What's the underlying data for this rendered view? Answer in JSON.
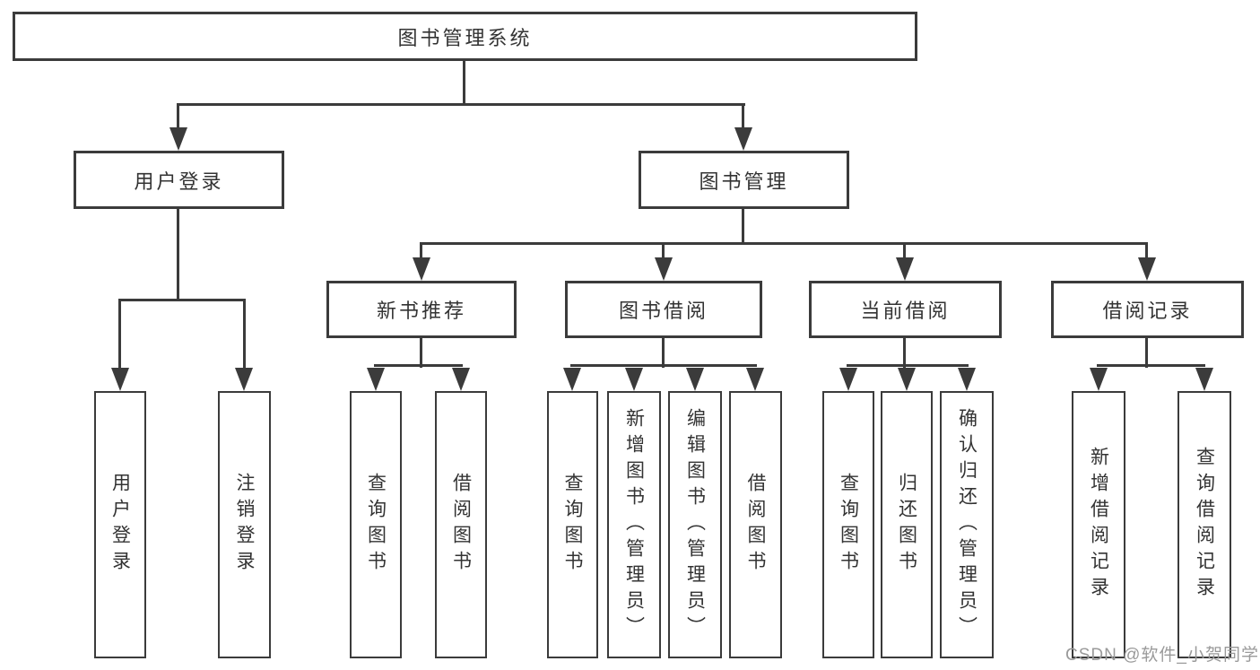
{
  "colors": {
    "line": "#3b3b3b",
    "node_border": "#3b3b3b",
    "node_text": "#333333",
    "node_fill": "#ffffff",
    "background": "#ffffff",
    "watermark": "#9a9a9a"
  },
  "tree": {
    "label": "图书管理系统",
    "children": [
      {
        "label": "用户登录",
        "children": [
          {
            "label": "用户登录"
          },
          {
            "label": "注销登录"
          }
        ]
      },
      {
        "label": "图书管理",
        "children": [
          {
            "label": "新书推荐",
            "children": [
              {
                "label": "查询图书"
              },
              {
                "label": "借阅图书"
              }
            ]
          },
          {
            "label": "图书借阅",
            "children": [
              {
                "label": "查询图书"
              },
              {
                "label": "新增图书（管理员）"
              },
              {
                "label": "编辑图书（管理员）"
              },
              {
                "label": "借阅图书"
              }
            ]
          },
          {
            "label": "当前借阅",
            "children": [
              {
                "label": "查询图书"
              },
              {
                "label": "归还图书"
              },
              {
                "label": "确认归还（管理员）"
              }
            ]
          },
          {
            "label": "借阅记录",
            "children": [
              {
                "label": "新增借阅记录"
              },
              {
                "label": "查询借阅记录"
              }
            ]
          }
        ]
      }
    ]
  },
  "watermark": {
    "text": "CSDN @软件_小贺同学"
  }
}
